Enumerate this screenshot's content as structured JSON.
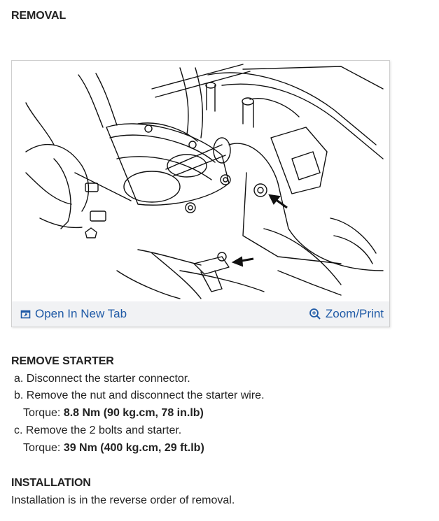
{
  "removal_heading": "REMOVAL",
  "figure": {
    "open_tab_label": "Open In New Tab",
    "zoom_label": "Zoom/Print",
    "icons": {
      "open_tab": "open-in-new-tab-icon",
      "zoom": "zoom-icon"
    },
    "colors": {
      "link": "#1f5aa6",
      "bar": "#f1f2f4"
    }
  },
  "remove_starter": {
    "heading": "REMOVE STARTER",
    "step_a": "a. Disconnect the starter connector.",
    "step_b": "b. Remove the nut and disconnect the starter wire.",
    "torque_b_prefix": "Torque: ",
    "torque_b_value": "8.8 Nm (90 kg.cm, 78 in.lb)",
    "step_c": "c. Remove the 2 bolts and starter.",
    "torque_c_prefix": "Torque: ",
    "torque_c_value": "39 Nm (400 kg.cm, 29 ft.lb)"
  },
  "installation": {
    "heading": "INSTALLATION",
    "text": "Installation is in the reverse order of removal."
  }
}
